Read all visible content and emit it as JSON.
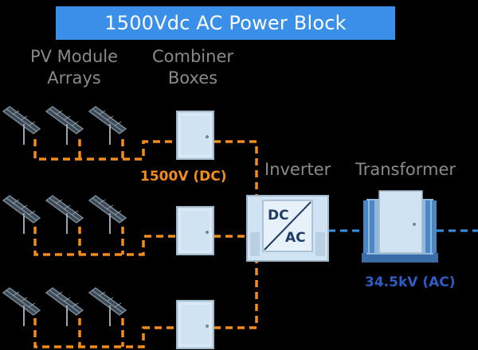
{
  "title": "1500Vdc AC Power Block",
  "labels": {
    "pv_arrays": "PV Module Arrays",
    "combiner_boxes": "Combiner Boxes",
    "inverter": "Inverter",
    "transformer": "Transformer",
    "dc_voltage": "1500V (DC)",
    "ac_voltage": "34.5kV (AC)",
    "inverter_dc": "DC",
    "inverter_ac": "AC"
  },
  "colors": {
    "background": "#000000",
    "title_bar": "#3a8fe8",
    "dc_line": "#f28c1c",
    "ac_line": "#3a8fe8",
    "equipment": "#cfe3f2",
    "label_gray": "#8a8a8a",
    "ac_label": "#2f5cc4"
  }
}
